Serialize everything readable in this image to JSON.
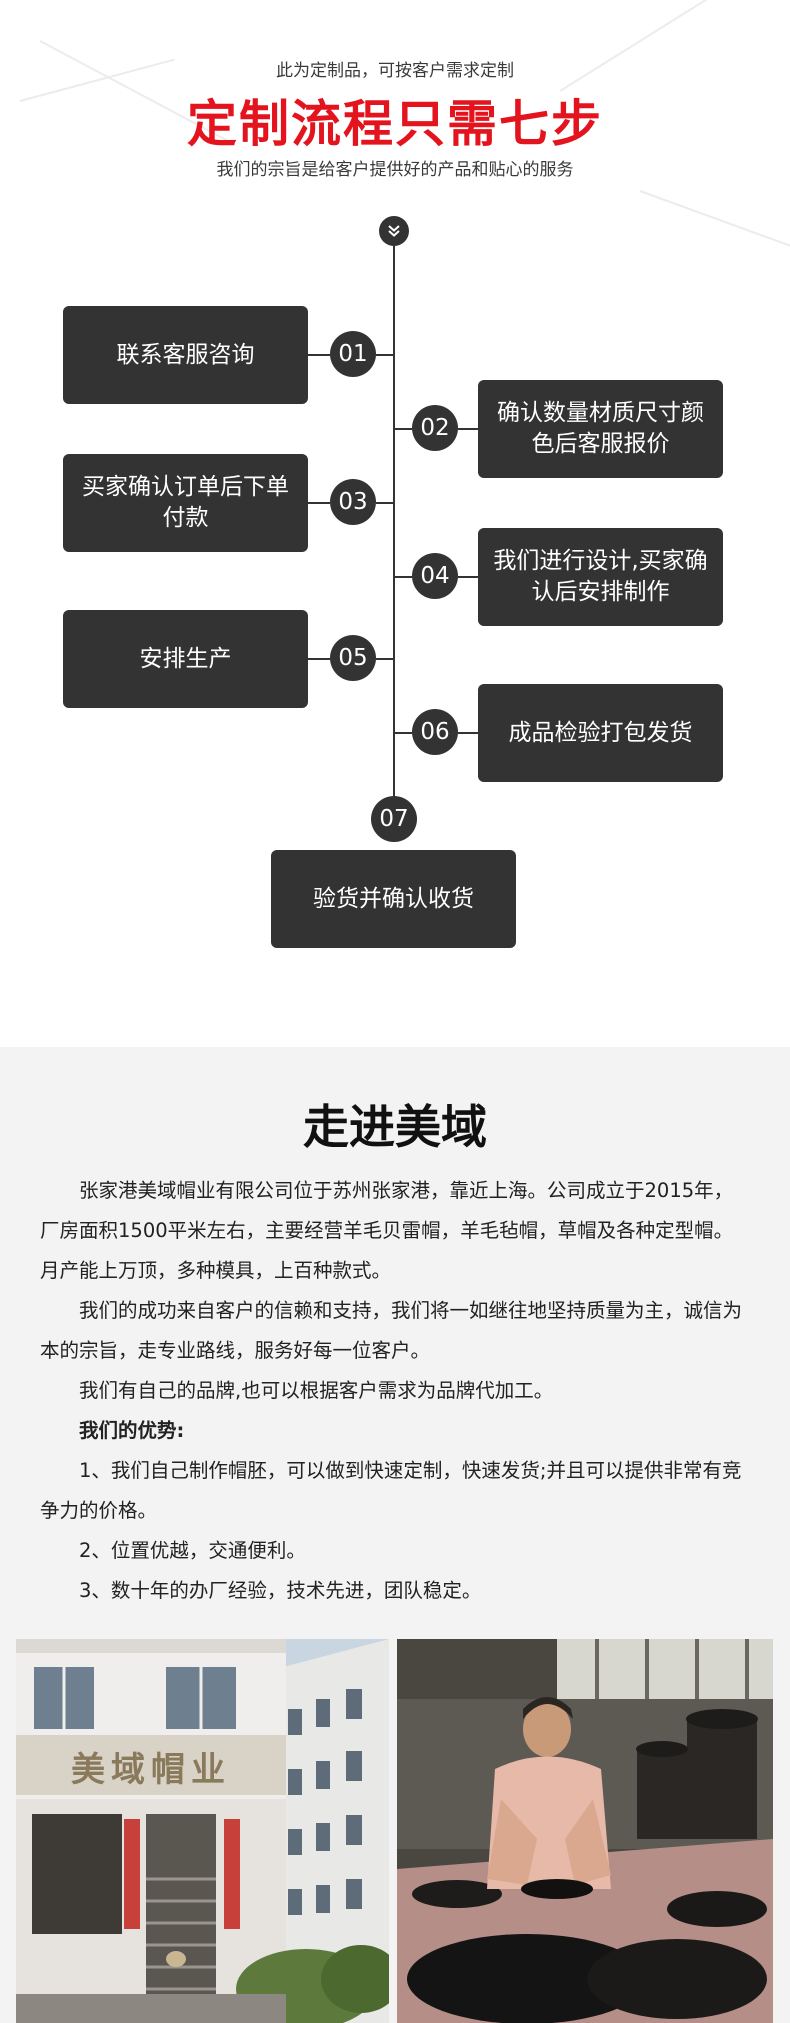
{
  "process": {
    "subtitle": "此为定制品，可按客户需求定制",
    "title": "定制流程只需七步",
    "tagline": "我们的宗旨是给客户提供好的产品和贴心的服务",
    "steps": [
      {
        "num": "01",
        "label": "联系客服咨询"
      },
      {
        "num": "02",
        "label": "确认数量材质尺寸颜色后客服报价"
      },
      {
        "num": "03",
        "label": "买家确认订单后下单付款"
      },
      {
        "num": "04",
        "label": "我们进行设计,买家确认后安排制作"
      },
      {
        "num": "05",
        "label": "安排生产"
      },
      {
        "num": "06",
        "label": "成品检验打包发货"
      },
      {
        "num": "07",
        "label": "验货并确认收货"
      }
    ]
  },
  "about": {
    "title": "走进美域",
    "paragraphs": [
      "张家港美域帽业有限公司位于苏州张家港，靠近上海。公司成立于2015年，厂房面积1500平米左右，主要经营羊毛贝雷帽，羊毛毡帽，草帽及各种定型帽。月产能上万顶，多种模具，上百种款式。",
      "我们的成功来自客户的信赖和支持，我们将一如继往地坚持质量为主，诚信为本的宗旨，走专业路线，服务好每一位客户。",
      "我们有自己的品牌,也可以根据客户需求为品牌代加工。",
      "我们的优势:",
      "1、我们自己制作帽胚，可以做到快速定制，快速发货;并且可以提供非常有竞争力的价格。",
      "2、位置优越，交通便利。",
      "3、数十年的办厂经验，技术先进，团队稳定。"
    ],
    "building_sign": "美域帽业"
  },
  "colors": {
    "accent_red": "#e3141e",
    "box_dark": "#333333",
    "about_bg": "#f3f3f3"
  }
}
